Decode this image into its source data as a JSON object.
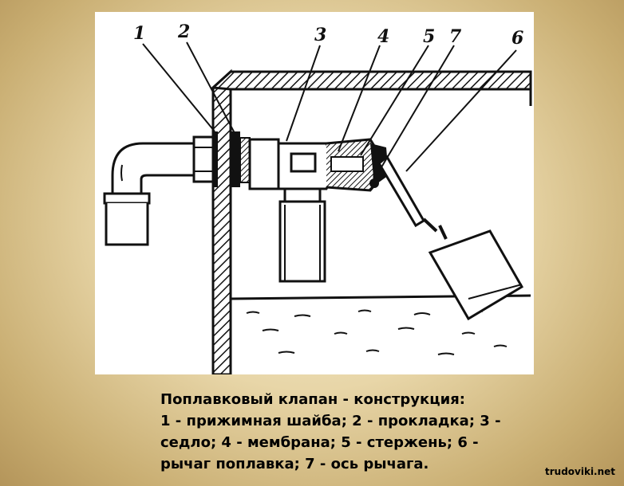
{
  "diagram": {
    "callouts": [
      {
        "id": "washer",
        "label": "1"
      },
      {
        "id": "gasket",
        "label": "2"
      },
      {
        "id": "seat",
        "label": "3"
      },
      {
        "id": "membrane",
        "label": "4"
      },
      {
        "id": "stem",
        "label": "5"
      },
      {
        "id": "lever-axis",
        "label": "7"
      },
      {
        "id": "float-lever",
        "label": "6"
      }
    ]
  },
  "caption": {
    "lines": [
      "Поплавковый клапан - конструкция:",
      "1 - прижимная шайба; 2 - прокладка; 3 -",
      "седло; 4 - мембрана; 5 - стержень; 6 -",
      "рычаг поплавка; 7 - ось рычага."
    ]
  },
  "watermark": "trudoviki.net",
  "colors": {
    "ink": "#111111",
    "panel": "#ffffff",
    "background": "#d9c48e"
  }
}
